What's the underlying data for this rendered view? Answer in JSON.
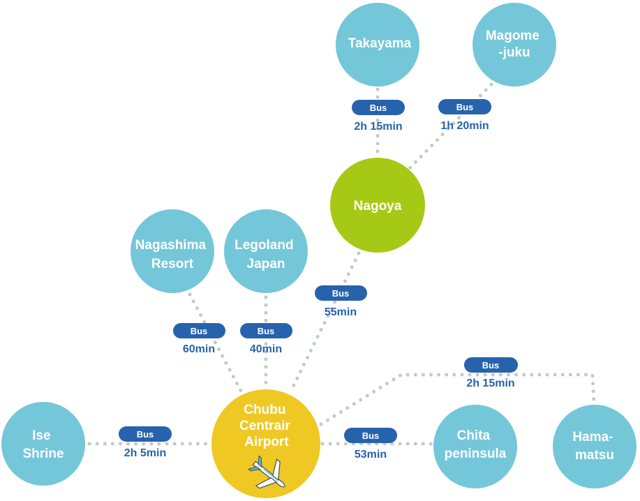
{
  "colors": {
    "node": "#74c7d9",
    "hub": "#efc823",
    "city": "#a6c915",
    "badge": "#2762ad",
    "duration_text": "#2762ad",
    "line": "#c4c9ce"
  },
  "nodes": {
    "takayama": {
      "lines": [
        "Takayama"
      ]
    },
    "magome": {
      "lines": [
        "Magome",
        "-juku"
      ]
    },
    "nagoya": {
      "lines": [
        "Nagoya"
      ]
    },
    "nagashima": {
      "lines": [
        "Nagashima",
        "Resort"
      ]
    },
    "legoland": {
      "lines": [
        "Legoland",
        "Japan"
      ]
    },
    "airport": {
      "lines": [
        "Chubu",
        "Centrair",
        "Airport"
      ],
      "icon": "airplane-icon"
    },
    "ise": {
      "lines": [
        "Ise",
        "Shrine"
      ]
    },
    "chita": {
      "lines": [
        "Chita",
        "peninsula"
      ]
    },
    "hamamatsu": {
      "lines": [
        "Hama-",
        "matsu"
      ]
    }
  },
  "routes": {
    "takayama": {
      "mode": "Bus",
      "duration": "2h 15min"
    },
    "magome": {
      "mode": "Bus",
      "duration": "1h 20min"
    },
    "nagoya": {
      "mode": "Bus",
      "duration": "55min"
    },
    "nagashima": {
      "mode": "Bus",
      "duration": "60min"
    },
    "legoland": {
      "mode": "Bus",
      "duration": "40min"
    },
    "ise": {
      "mode": "Bus",
      "duration": "2h 5min"
    },
    "chita": {
      "mode": "Bus",
      "duration": "53min"
    },
    "hamamatsu": {
      "mode": "Bus",
      "duration": "2h 15min"
    }
  }
}
